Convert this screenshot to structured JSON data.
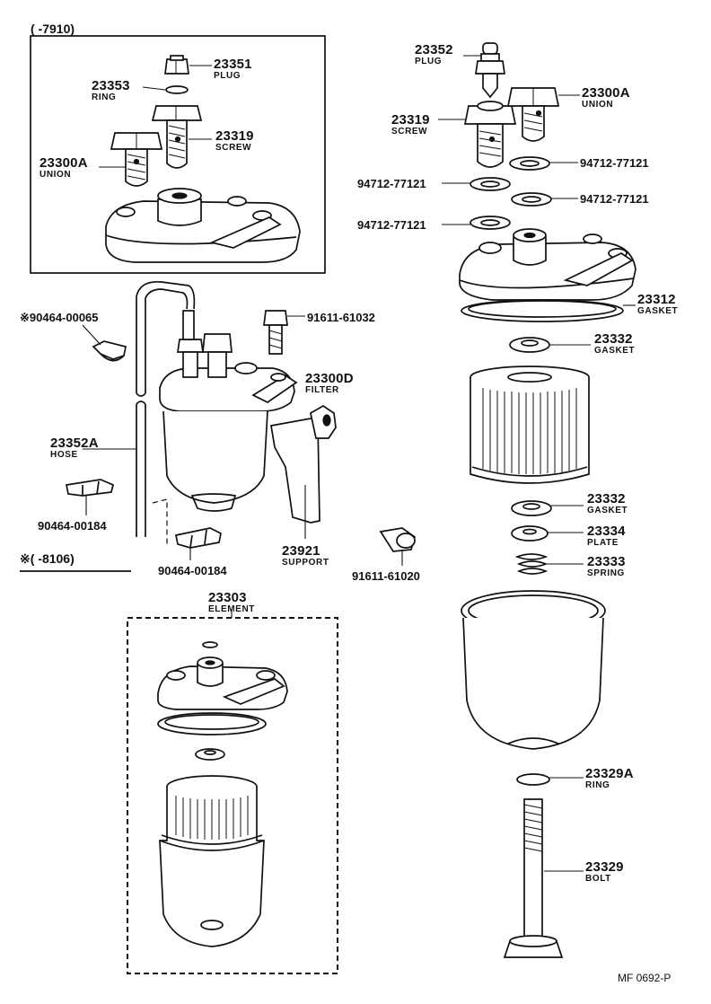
{
  "ranges": {
    "top_left": "(      -7910)",
    "mid_left": "※(      -8106)"
  },
  "parts": {
    "p23351": {
      "number": "23351",
      "name": "PLUG"
    },
    "p23353": {
      "number": "23353",
      "name": "RING"
    },
    "p23319_left": {
      "number": "23319",
      "name": "SCREW"
    },
    "p23300A_left": {
      "number": "23300A",
      "name": "UNION"
    },
    "p23352": {
      "number": "23352",
      "name": "PLUG"
    },
    "p23300A_right": {
      "number": "23300A",
      "name": "UNION"
    },
    "p23319_right": {
      "number": "23319",
      "name": "SCREW"
    },
    "w1": {
      "number": "94712-77121"
    },
    "w2": {
      "number": "94712-77121"
    },
    "w3": {
      "number": "94712-77121"
    },
    "w4": {
      "number": "94712-77121"
    },
    "p23312": {
      "number": "23312",
      "name": "GASKET"
    },
    "p23332a": {
      "number": "23332",
      "name": "GASKET"
    },
    "p23332b": {
      "number": "23332",
      "name": "GASKET"
    },
    "p23334": {
      "number": "23334",
      "name": "PLATE"
    },
    "p23333": {
      "number": "23333",
      "name": "SPRING"
    },
    "p23329A": {
      "number": "23329A",
      "name": "RING"
    },
    "p23329": {
      "number": "23329",
      "name": "BOLT"
    },
    "clip_top": {
      "number": "※90464-00065"
    },
    "bolt_61032": {
      "number": "91611-61032"
    },
    "p23300D": {
      "number": "23300D",
      "name": "FILTER"
    },
    "p23352A": {
      "number": "23352A",
      "name": "HOSE"
    },
    "clip_a": {
      "number": "90464-00184"
    },
    "clip_b": {
      "number": "90464-00184"
    },
    "p23921": {
      "number": "23921",
      "name": "SUPPORT"
    },
    "bolt_61020": {
      "number": "91611-61020"
    },
    "p23303": {
      "number": "23303",
      "name": "ELEMENT"
    }
  },
  "footer": {
    "code": "MF  0692-P"
  }
}
